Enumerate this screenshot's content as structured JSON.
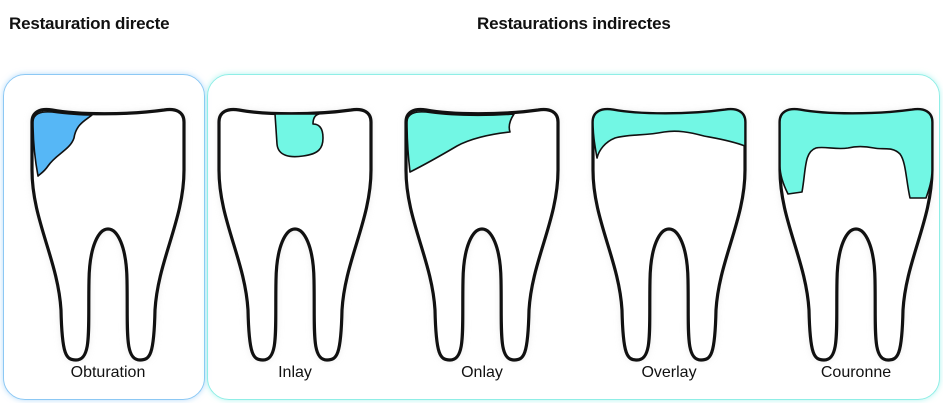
{
  "headings": {
    "direct": "Restauration directe",
    "indirect": "Restaurations indirectes"
  },
  "teeth": [
    {
      "label": "Obturation",
      "restoration": "obturation",
      "color": "#56b7f6"
    },
    {
      "label": "Inlay",
      "restoration": "inlay",
      "color": "#72f7e4"
    },
    {
      "label": "Onlay",
      "restoration": "onlay",
      "color": "#72f7e4"
    },
    {
      "label": "Overlay",
      "restoration": "overlay",
      "color": "#72f7e4"
    },
    {
      "label": "Couronne",
      "restoration": "couronne",
      "color": "#72f7e4"
    }
  ],
  "colors": {
    "direct_box": "#8cc8f4",
    "indirect_box": "#8feee6",
    "outline": "#111111"
  }
}
